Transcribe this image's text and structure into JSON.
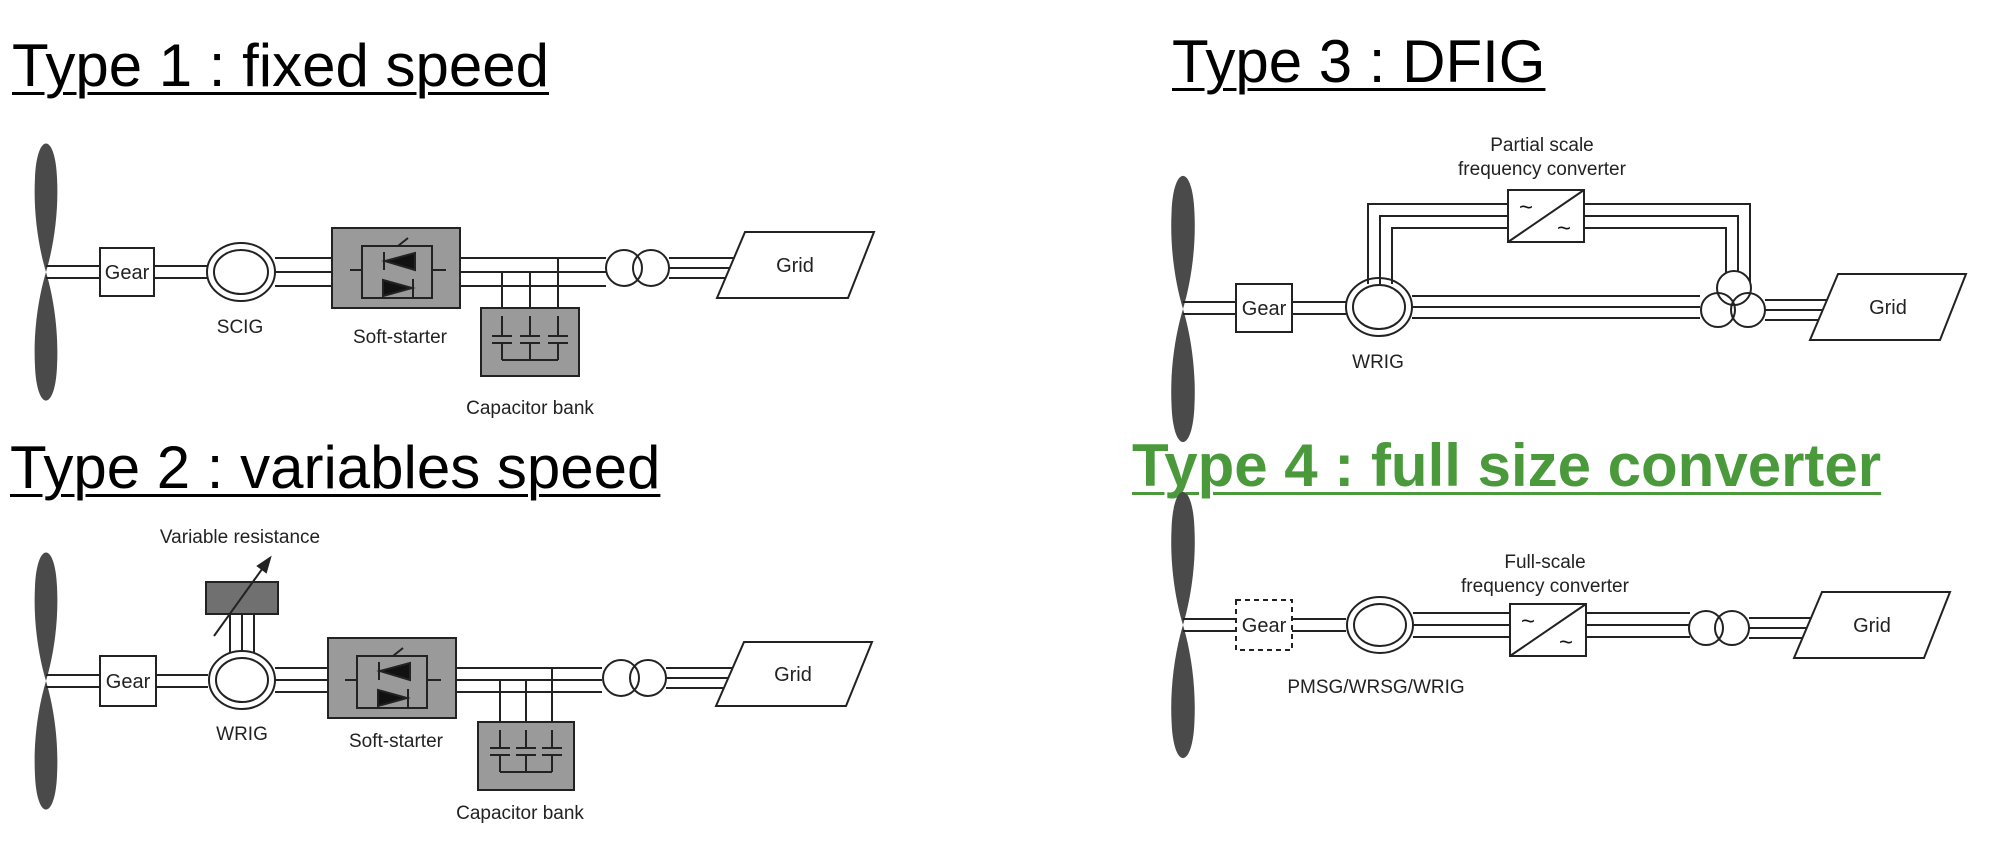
{
  "type1": {
    "title": "Type 1 : fixed speed",
    "gear": "Gear",
    "generator": "SCIG",
    "softstarter": "Soft-starter",
    "capacitor": "Capacitor bank",
    "grid": "Grid"
  },
  "type2": {
    "title": "Type 2 : variables speed",
    "resistance": "Variable resistance",
    "gear": "Gear",
    "generator": "WRIG",
    "softstarter": "Soft-starter",
    "capacitor": "Capacitor bank",
    "grid": "Grid"
  },
  "type3": {
    "title": "Type 3 : DFIG",
    "converter_line1": "Partial scale",
    "converter_line2": "frequency converter",
    "gear": "Gear",
    "generator": "WRIG",
    "grid": "Grid"
  },
  "type4": {
    "title": "Type 4 : full size converter",
    "title_color": "#4a9a3c",
    "converter_line1": "Full-scale",
    "converter_line2": "frequency converter",
    "gear": "Gear",
    "generator": "PMSG/WRSG/WRIG",
    "grid": "Grid"
  },
  "symbols": {
    "tilde": "~"
  },
  "colors": {
    "box_fill": "#9a9a9a",
    "blade": "#4a4a4a",
    "resistor": "#707070",
    "line": "#222222"
  }
}
